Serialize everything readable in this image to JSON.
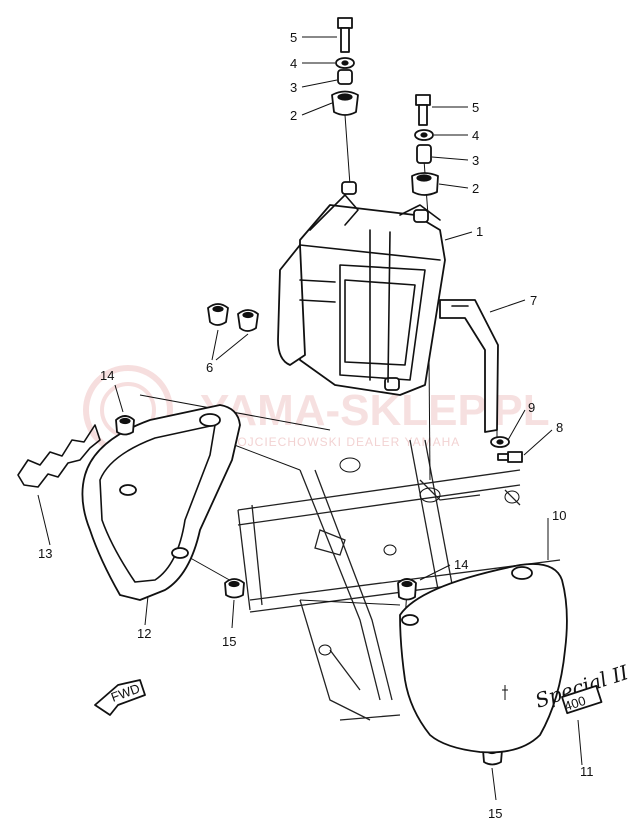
{
  "watermark": {
    "brand": "YAMA-SKLEP.PL",
    "subline": "WOJCIECHOWSKI DEALER YAMAHA"
  },
  "labels": {
    "l5a": "5",
    "l4a": "4",
    "l3a": "3",
    "l2a": "2",
    "l5b": "5",
    "l4b": "4",
    "l3b": "3",
    "l2b": "2",
    "l1": "1",
    "l7": "7",
    "l9": "9",
    "l8": "8",
    "l6": "6",
    "l14a": "14",
    "l13": "13",
    "l12": "12",
    "l15a": "15",
    "l10": "10",
    "l14b": "14",
    "l11": "11",
    "l15b": "15"
  },
  "emblem": {
    "script": "Special II",
    "number": "400"
  },
  "fwd_arrow": {
    "text": "FWD"
  },
  "icons": {
    "arrow": "fwd-arrow-icon",
    "logo": "watermark-logo-icon"
  }
}
